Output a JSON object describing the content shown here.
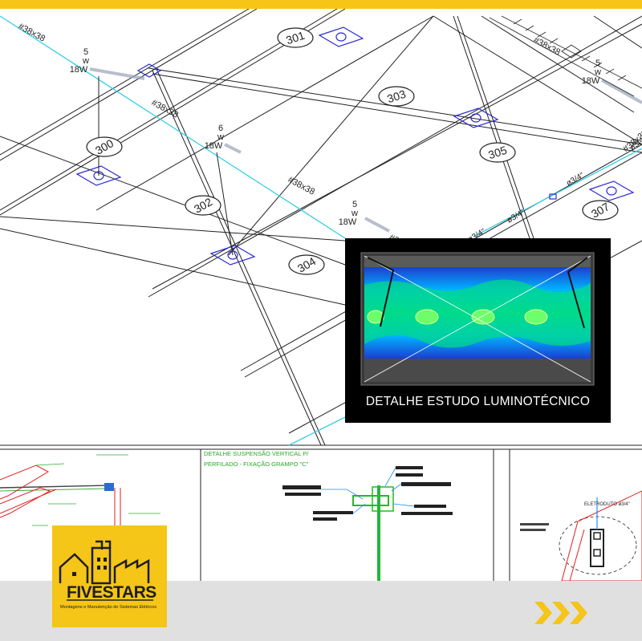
{
  "brand": {
    "name": "FIVESTARS",
    "tagline": "Montagens e Manutenção de Sistemas Elétricos",
    "accent_color": "#f5c518",
    "dark_color": "#1e1e1e"
  },
  "drawing": {
    "room_labels": [
      "301",
      "303",
      "300",
      "305",
      "302",
      "307",
      "304"
    ],
    "conduit_labels": [
      "#38x38",
      "#38x38",
      "#38x38",
      "#38x38",
      "#38x38",
      "#38x38"
    ],
    "conduit_diameters": [
      "ø3/4\"",
      "ø3/4\"",
      "ø3/4\"",
      "ø3/4\""
    ],
    "luminaires": [
      {
        "qty": "5",
        "unit": "w",
        "power": "18W"
      },
      {
        "qty": "6",
        "unit": "w",
        "power": "18W"
      },
      {
        "qty": "5",
        "unit": "w",
        "power": "18W"
      },
      {
        "qty": "5",
        "unit": "w",
        "power": "18W"
      }
    ],
    "detail_suspension_line1": "DETALHE SUSPENSÃO VERTICAL P/",
    "detail_suspension_line2": "PERFILADO - FIXAÇÃO GRAMPO \"C\"",
    "conduit_note": "ELETRODUTO ø3/4\""
  },
  "detail_panel": {
    "caption": "DETALHE ESTUDO LUMINOTÉCNICO",
    "gradient_colors": [
      "#1b3fd0",
      "#00b4ff",
      "#00e08a",
      "#7dff6b"
    ]
  },
  "navigation": {
    "next_icon": "triple-chevron-right-icon"
  }
}
